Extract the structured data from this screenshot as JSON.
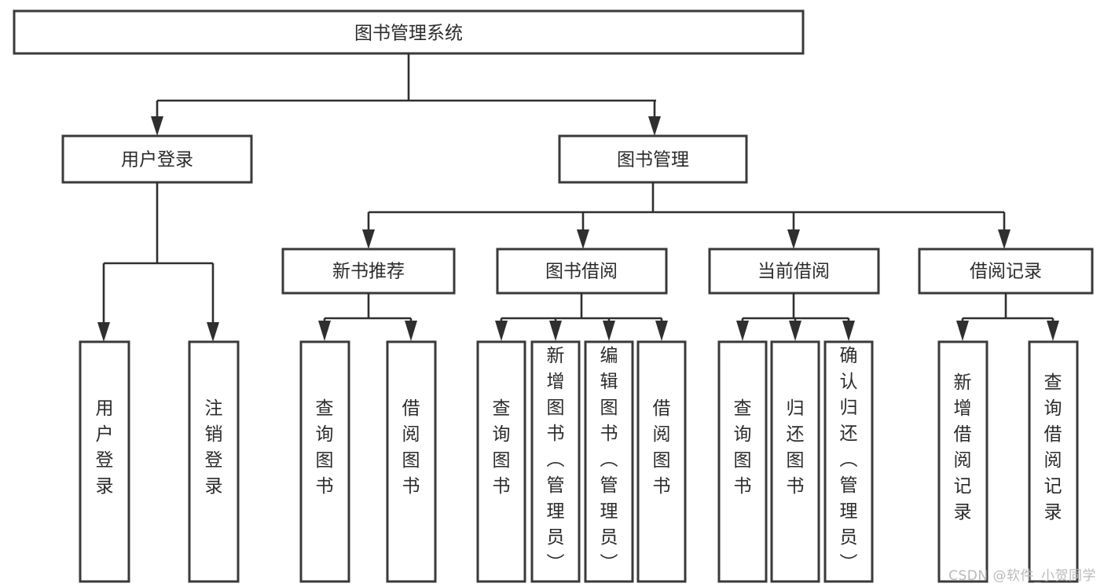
{
  "diagram": {
    "type": "tree-hierarchy-flowchart",
    "title_node": {
      "label": "图书管理系统"
    },
    "level2": [
      {
        "id": "user-login",
        "label": "用户登录"
      },
      {
        "id": "book-manage",
        "label": "图书管理"
      }
    ],
    "level3": [
      {
        "id": "new-book-recommend",
        "label": "新书推荐"
      },
      {
        "id": "book-borrow",
        "label": "图书借阅"
      },
      {
        "id": "current-borrow",
        "label": "当前借阅"
      },
      {
        "id": "borrow-record",
        "label": "借阅记录"
      }
    ],
    "leaves": {
      "user_login": [
        {
          "id": "leaf-user-login",
          "label": "用户登录"
        },
        {
          "id": "leaf-logout-login",
          "label": "注销登录"
        }
      ],
      "new_book_recommend": [
        {
          "id": "leaf-query-book-1",
          "label": "查询图书"
        },
        {
          "id": "leaf-borrow-book-1",
          "label": "借阅图书"
        }
      ],
      "book_borrow": [
        {
          "id": "leaf-query-book-2",
          "label": "查询图书"
        },
        {
          "id": "leaf-add-book",
          "label": "新增图书（管理员）"
        },
        {
          "id": "leaf-edit-book",
          "label": "编辑图书（管理员）"
        },
        {
          "id": "leaf-borrow-book-2",
          "label": "借阅图书"
        }
      ],
      "current_borrow": [
        {
          "id": "leaf-query-book-3",
          "label": "查询图书"
        },
        {
          "id": "leaf-return-book",
          "label": "归还图书"
        },
        {
          "id": "leaf-confirm-return",
          "label": "确认归还（管理员）"
        }
      ],
      "borrow_record": [
        {
          "id": "leaf-add-borrow-record",
          "label": "新增借阅记录"
        },
        {
          "id": "leaf-query-borrow-record",
          "label": "查询借阅记录"
        }
      ]
    },
    "colors": {
      "box_stroke": "#3a3a3a",
      "connector": "#2f2f2f",
      "text": "#2b2b2b",
      "background": "#ffffff",
      "watermark": "#b9b9b9"
    }
  },
  "watermark": {
    "text": "CSDN @软件_小贺同学"
  }
}
